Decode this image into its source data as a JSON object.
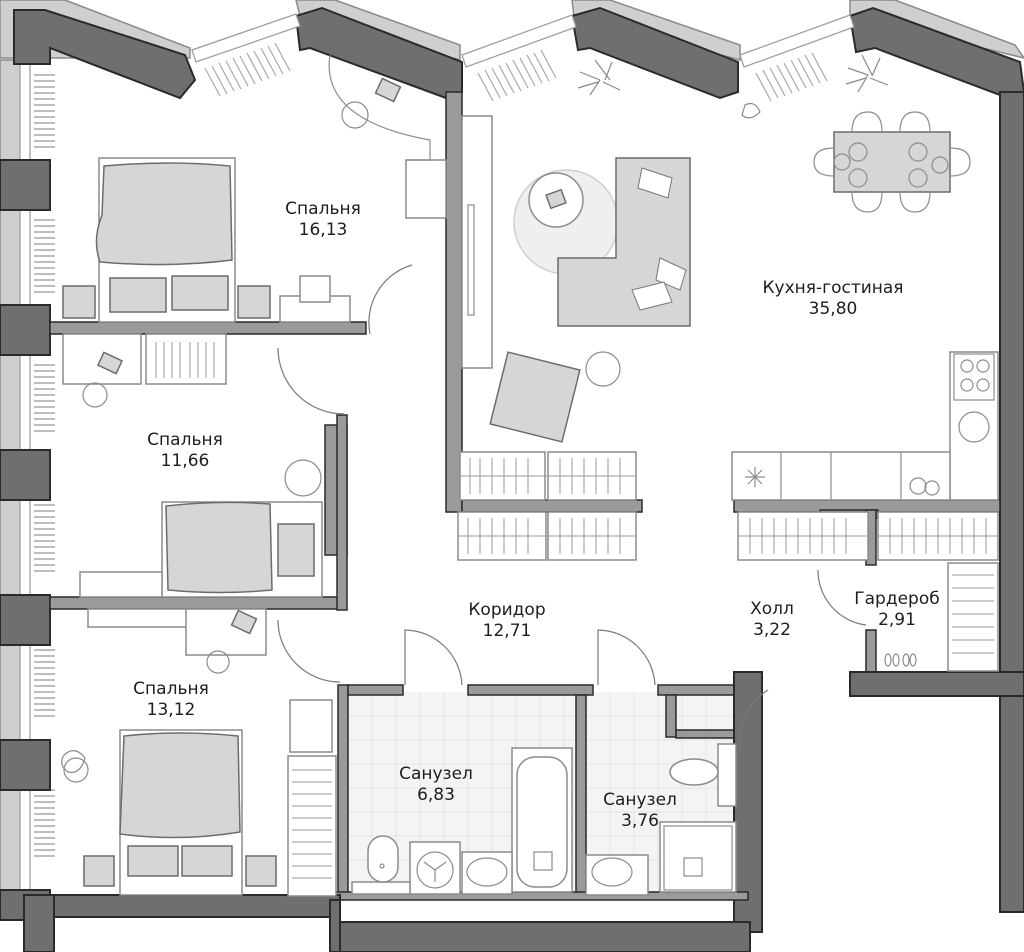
{
  "floor_plan": {
    "colors": {
      "exterior_wall": "#6f6f6f",
      "interior_wall": "#9a9a9a",
      "furniture_fill": "#d6d6d6",
      "line": "#8c8c8c",
      "bath_tile": "#f4f4f4"
    },
    "rooms": [
      {
        "id": "bedroom-1",
        "name": "Спальня",
        "area": "16,13"
      },
      {
        "id": "bedroom-2",
        "name": "Спальня",
        "area": "11,66"
      },
      {
        "id": "bedroom-3",
        "name": "Спальня",
        "area": "13,12"
      },
      {
        "id": "kitchen-living",
        "name": "Кухня-гостиная",
        "area": "35,80"
      },
      {
        "id": "corridor",
        "name": "Коридор",
        "area": "12,71"
      },
      {
        "id": "hall",
        "name": "Холл",
        "area": "3,22"
      },
      {
        "id": "wardrobe",
        "name": "Гардероб",
        "area": "2,91"
      },
      {
        "id": "bathroom-1",
        "name": "Санузел",
        "area": "6,83"
      },
      {
        "id": "bathroom-2",
        "name": "Санузел",
        "area": "3,76"
      }
    ]
  }
}
